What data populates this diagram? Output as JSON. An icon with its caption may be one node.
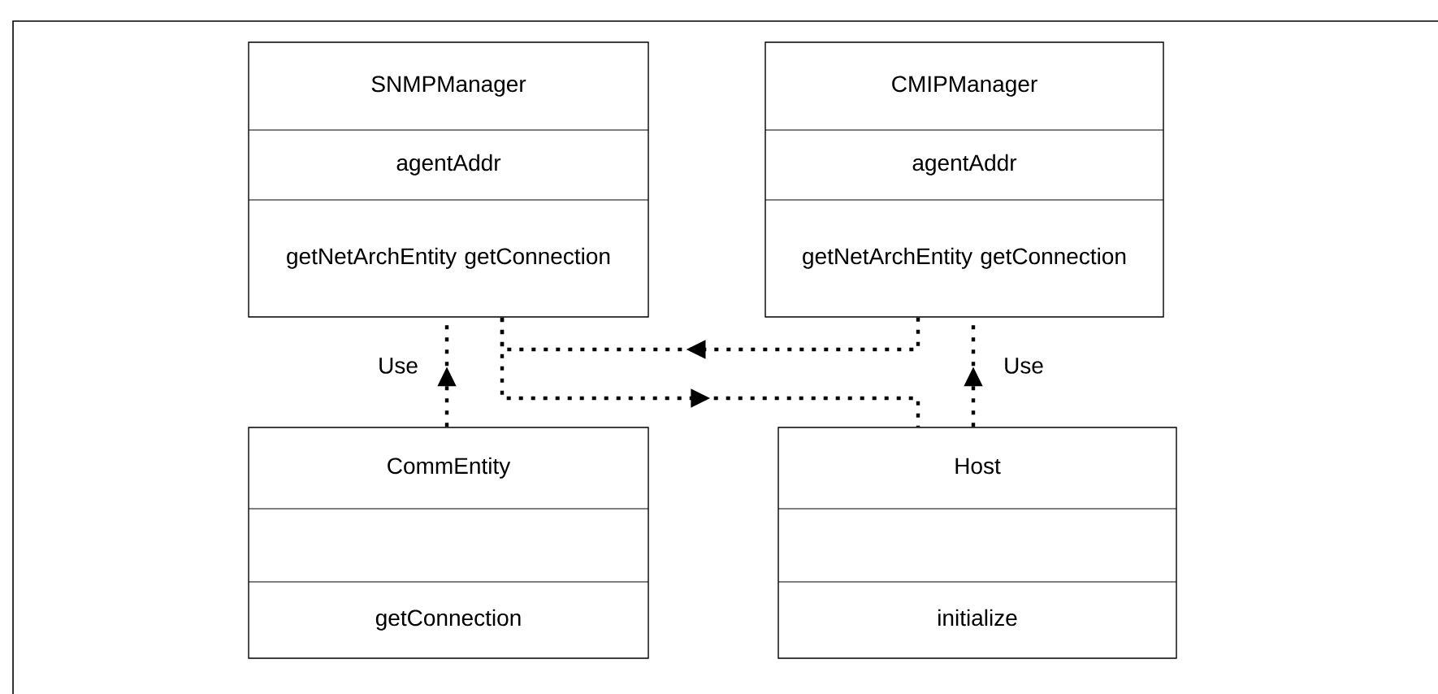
{
  "diagram": {
    "nodes": [
      {
        "text": [
          "SNMPManager",
          "agentAddr",
          "getNetArchEntity getConnection"
        ]
      },
      {
        "text": [
          "CMIPManager",
          "agentAddr",
          "getNetArchEntity getConnection"
        ]
      },
      {
        "text": [
          "CommEntity",
          "getConnection"
        ]
      },
      {
        "text": [
          "Host",
          "initialize"
        ]
      }
    ],
    "edges": [
      {
        "from": 2,
        "to": 0,
        "arrow": "to",
        "label": "Use",
        "style": "dashed"
      },
      {
        "from": 3,
        "to": 1,
        "arrow": "to",
        "label": "Use",
        "style": "dashed"
      },
      {
        "from": 1,
        "to": 0,
        "arrow": "to",
        "style": "dashed"
      },
      {
        "from": 0,
        "to": 3,
        "arrow": "to",
        "style": "dashed"
      }
    ]
  }
}
